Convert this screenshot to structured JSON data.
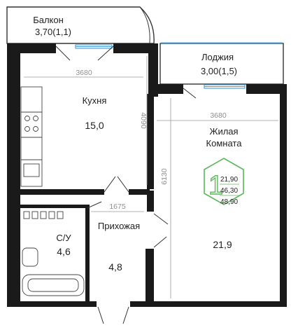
{
  "rooms": {
    "balcony": {
      "name": "Балкон",
      "area": "3,70(1,1)"
    },
    "loggia": {
      "name": "Лоджия",
      "area": "3,00(1,5)"
    },
    "kitchen": {
      "name": "Кухня",
      "area": "15,0"
    },
    "living": {
      "name_line1": "Жилая",
      "name_line2": "Комната",
      "area": "21,9"
    },
    "bathroom": {
      "name": "С/У",
      "area": "4,6"
    },
    "hallway": {
      "name": "Прихожая",
      "area": "4,8"
    }
  },
  "dimensions": {
    "kitchen_width": "3680",
    "kitchen_depth": "4090",
    "living_width": "3680",
    "living_depth": "6130",
    "hallway_width": "1675"
  },
  "badge": {
    "rooms_count": "1",
    "living_area": "21,90",
    "useful_area": "46,30",
    "total_area": "48,90"
  },
  "colors": {
    "walls": "#1a1a1a",
    "badge_accent": "#5cb85c",
    "window": "#4aa3df",
    "dimension": "#9a9a9a"
  }
}
